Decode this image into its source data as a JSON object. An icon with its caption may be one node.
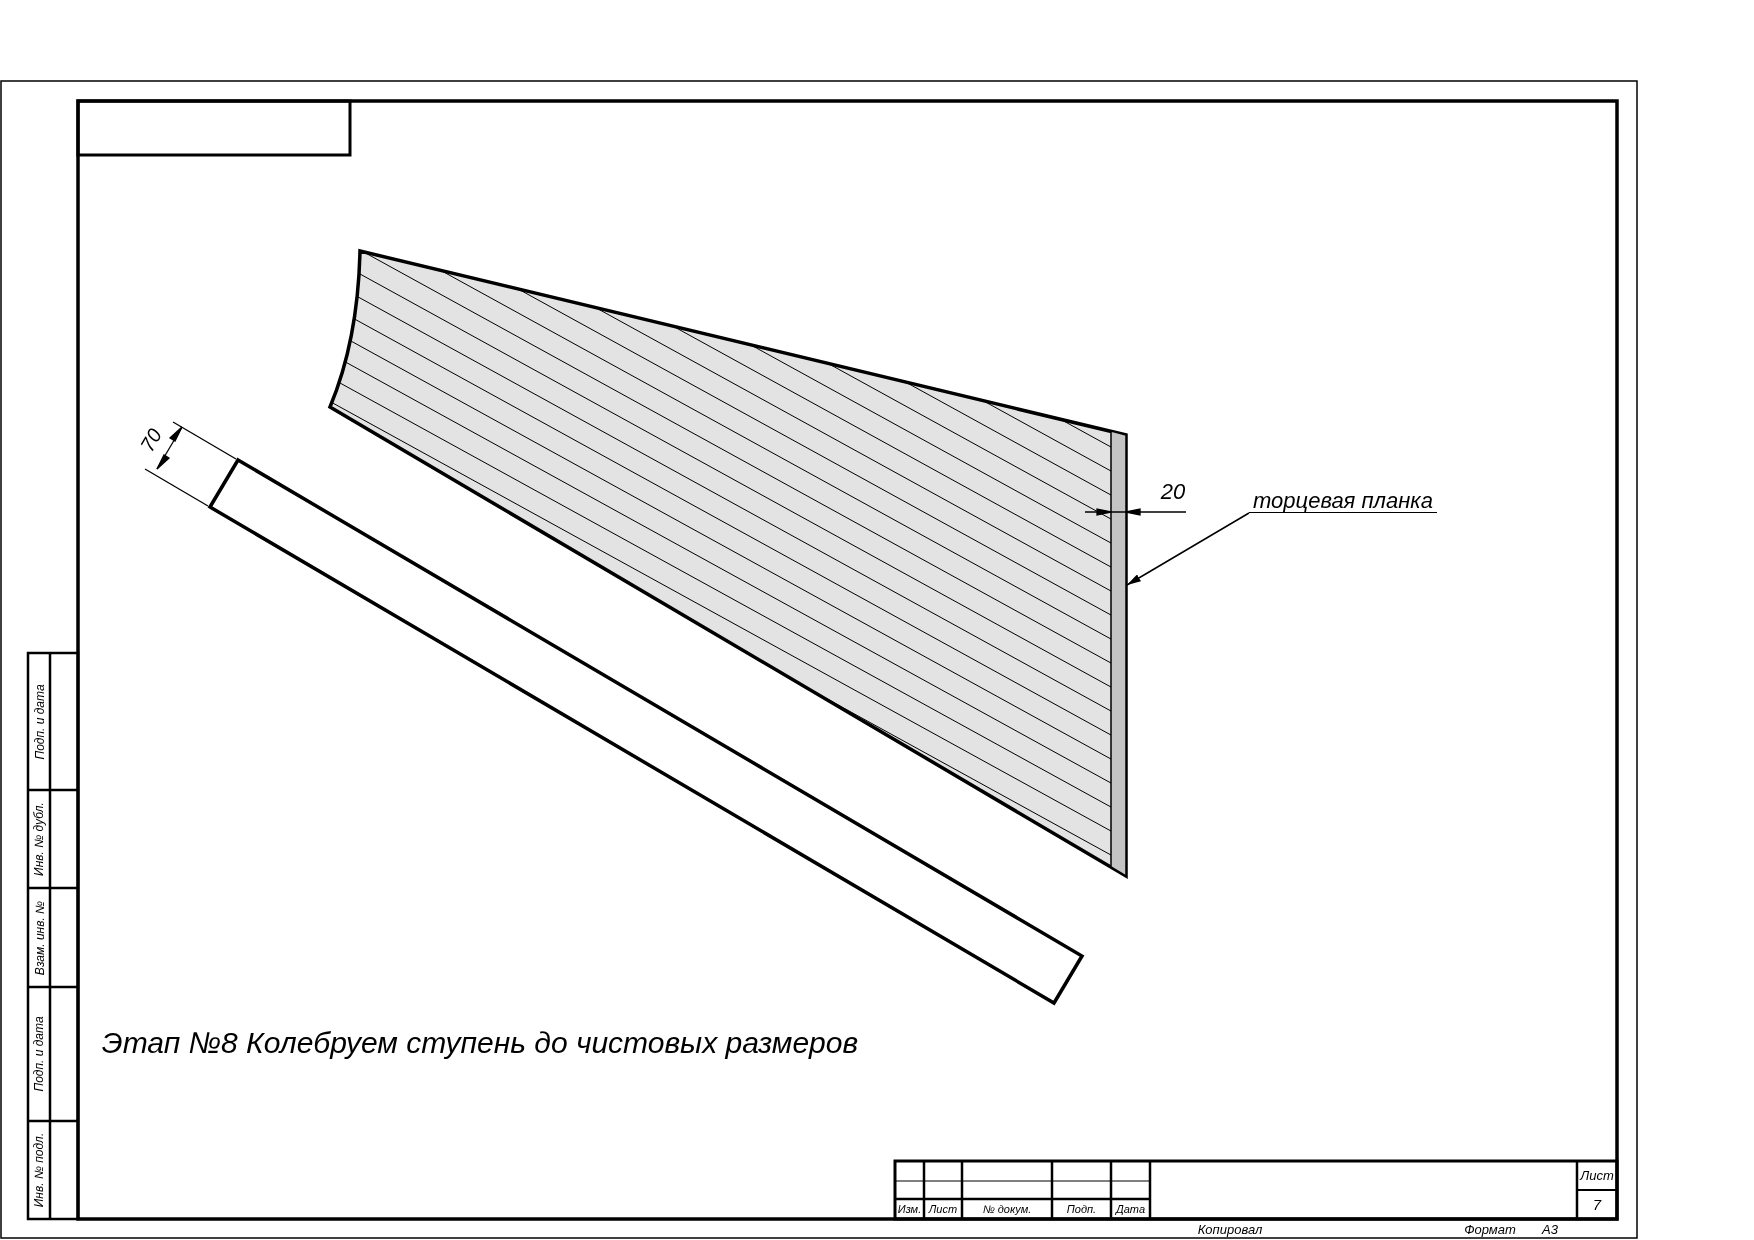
{
  "diagram": {
    "nodes": [
      {
        "text": [
          "торцевая планка"
        ]
      },
      {
        "text": [],
        "shape": "bar"
      }
    ],
    "edges": [
      {
        "from": 0,
        "to": 1,
        "arrow": "to"
      }
    ],
    "labels": [
      "70",
      "20",
      "Этап №8 Колебруем ступень до чистовых размеров",
      "Подп. и дата",
      "Инв. № дубл.",
      "Взам. инв. №",
      "Подп. и дата",
      "Инв. № подл.",
      "Изм.",
      "Лист",
      "№ докум.",
      "Подп.",
      "Дата",
      "Лист",
      "7",
      "Копировал",
      "Формат",
      "А3"
    ]
  }
}
